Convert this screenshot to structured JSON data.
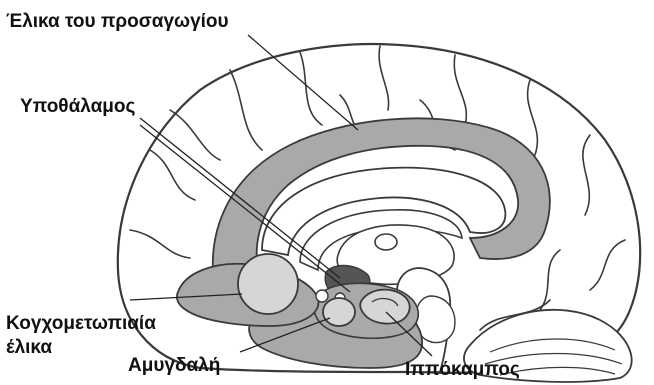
{
  "labels": {
    "cingulate_gyrus": "Έλικα του προσαγωγίου",
    "hypothalamus": "Υποθάλαμος",
    "orbitofrontal_line1": "Κογχομετωπιαία",
    "orbitofrontal_line2": "έλικα",
    "amygdala": "Αμυγδαλή",
    "hippocampus": "Ιππόκαμπος"
  },
  "colors": {
    "outline": "#3a3a3a",
    "limbic_fill": "#a9a9a9",
    "light_structure": "#d6d6d6",
    "white_fill": "#ffffff",
    "dark_fill": "#555555",
    "label_text": "#111111"
  }
}
